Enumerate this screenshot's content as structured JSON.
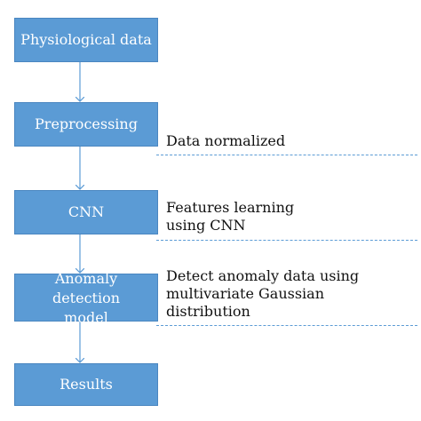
{
  "steps": [
    {
      "label": "Physiological data"
    },
    {
      "label": "Preprocessing"
    },
    {
      "label": "CNN"
    },
    {
      "label": "Anomaly detection model"
    },
    {
      "label": "Results"
    }
  ],
  "notes": [
    {
      "text": "Data normalized"
    },
    {
      "text": "Features learning\nusing CNN"
    },
    {
      "text": "Detect anomaly data using\nmultivariate Gaussian\ndistribution"
    }
  ],
  "colors": {
    "box_fill": "#5b9bd5",
    "connector": "#5b9bd5"
  }
}
